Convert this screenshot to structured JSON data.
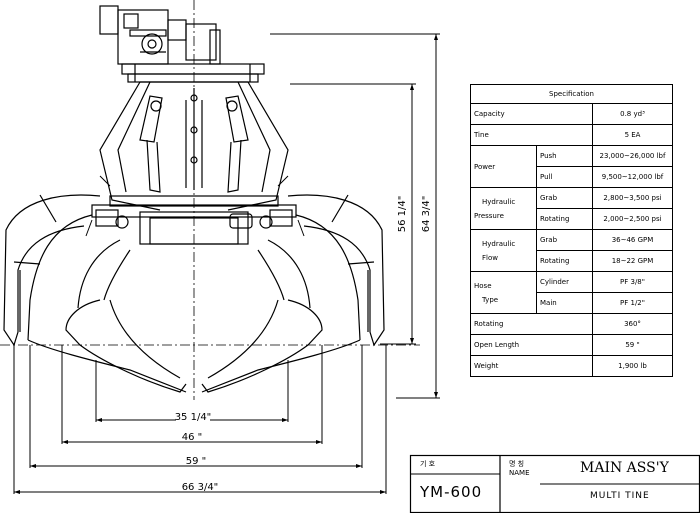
{
  "dimensions": {
    "width_inner": "35 1/4\"",
    "width_46": "46 \"",
    "width_59": "59 \"",
    "width_overall": "66 3/4\"",
    "height_56": "56 1/4\"",
    "height_64": "64 3/4\""
  },
  "specification": {
    "title": "Specification",
    "rows": {
      "capacity": {
        "label": "Capacity",
        "value": "0.8 yd³"
      },
      "tine": {
        "label": "Tine",
        "value": "5 EA"
      },
      "power": {
        "label": "Power",
        "push_label": "Push",
        "push_value": "23,000~26,000 lbf",
        "pull_label": "Pull",
        "pull_value": "9,500~12,000 lbf"
      },
      "hydraulic_pressure": {
        "label_1": "Hydraulic",
        "label_2": "Pressure",
        "grab_label": "Grab",
        "grab_value": "2,800~3,500 psi",
        "rot_label": "Rotating",
        "rot_value": "2,000~2,500 psi"
      },
      "hydraulic_flow": {
        "label_1": "Hydraulic",
        "label_2": "Flow",
        "grab_label": "Grab",
        "grab_value": "36~46 GPM",
        "rot_label": "Rotating",
        "rot_value": "18~22 GPM"
      },
      "hose_type": {
        "label_1": "Hose",
        "label_2": "Type",
        "cyl_label": "Cylinder",
        "cyl_value": "PF 3/8\"",
        "main_label": "Main",
        "main_value": "PF 1/2\""
      },
      "rotating": {
        "label": "Rotating",
        "value": "360°"
      },
      "open_length": {
        "label": "Open Length",
        "value": "59 \""
      },
      "weight": {
        "label": "Weight",
        "value": "1,900 lb"
      }
    }
  },
  "title_block": {
    "code_label": "기 호",
    "code": "YM-600",
    "name_label": "명 칭",
    "name_label_en": "NAME",
    "main_title": "MAIN ASS'Y",
    "sub_title": "MULTI TINE"
  }
}
